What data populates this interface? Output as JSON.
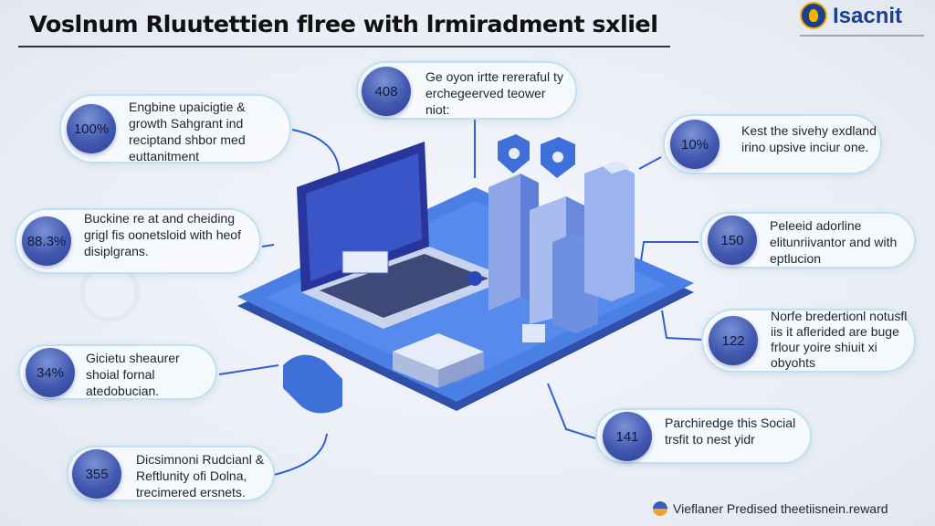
{
  "header": {
    "title": "Voslnum Rluutettien flree with lrmiradment sxliel",
    "logo_text": "Isacnit"
  },
  "cards": [
    {
      "value": "100%",
      "text": "Engbine upaicigtie & growth Sahgrant ind reciptand shbor med euttanitment"
    },
    {
      "value": "408",
      "text": "Ge oyon irtte rereraful ty erchegeerved teower niot:"
    },
    {
      "value": "10%",
      "text": "Kest the sivehy exdland irino upsive inciur one."
    },
    {
      "value": "88.3%",
      "text": "Buckine re at and cheiding grigl fis oonetsloid with heof disiplgrans."
    },
    {
      "value": "150",
      "text": "Peleeid adorline elitunriivantor and with eptlucion"
    },
    {
      "value": "122",
      "text": "Norfe bredertionl notusfl iis it aflerided are buge frlour yoire shiuit xi obyohts"
    },
    {
      "value": "34%",
      "text": "Gicietu sheaurer shoial fornal atedobucian."
    },
    {
      "value": "141",
      "text": "Parchiredge this Social trsfit to nest yidr"
    },
    {
      "value": "355",
      "text": "Dicsimnoni Rudcianl & Reftlunity ofi Dolna, trecimered ersnets."
    }
  ],
  "footer": {
    "text": "Vieflaner Predised theetiisnein.reward"
  },
  "colors": {
    "accent": "#4258b0",
    "platform": "#3f6fd8",
    "card_border": "#bfe0f0"
  }
}
